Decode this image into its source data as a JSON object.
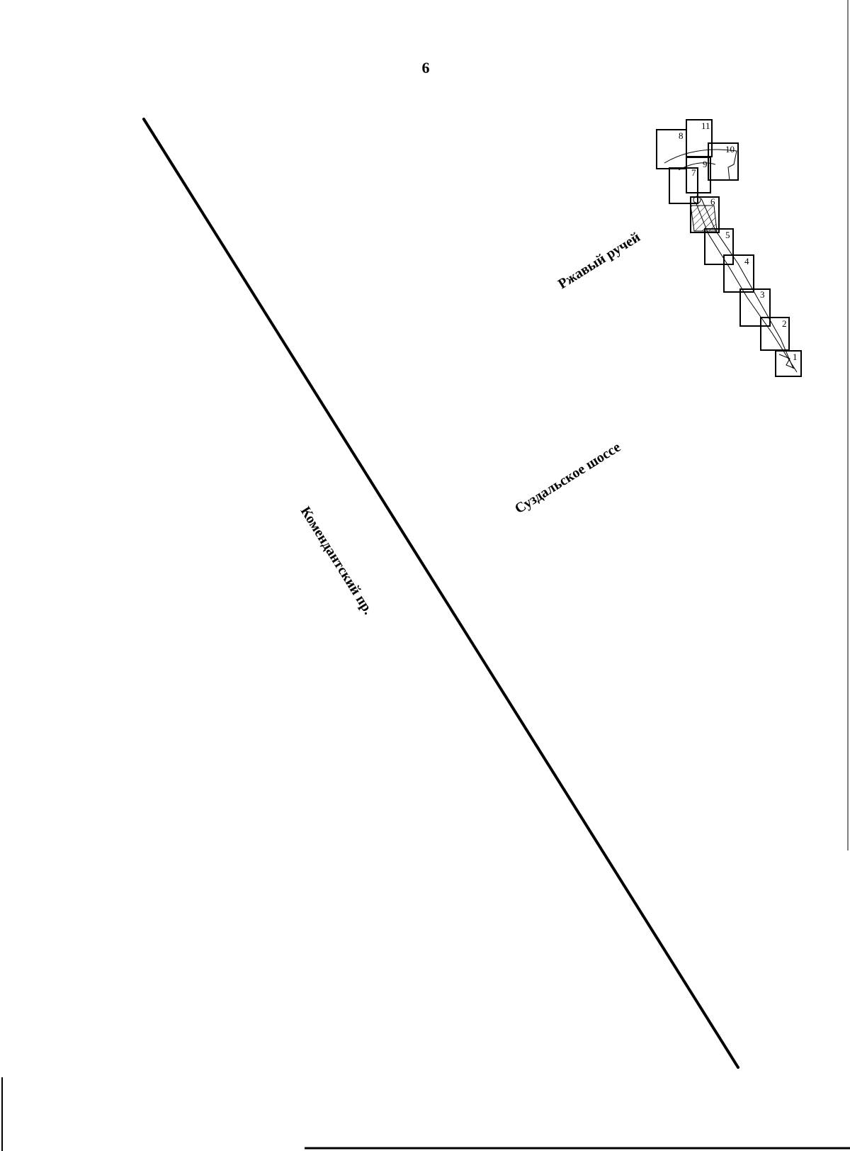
{
  "page": {
    "number": "6"
  },
  "map": {
    "labels": {
      "avenue": "Комендантский пр.",
      "highway": "Суздальское шоссе",
      "stream": "Ржавый ручей"
    },
    "plots": [
      "1",
      "2",
      "3",
      "4",
      "5",
      "6",
      "7",
      "8",
      "9",
      "10",
      "11"
    ]
  }
}
